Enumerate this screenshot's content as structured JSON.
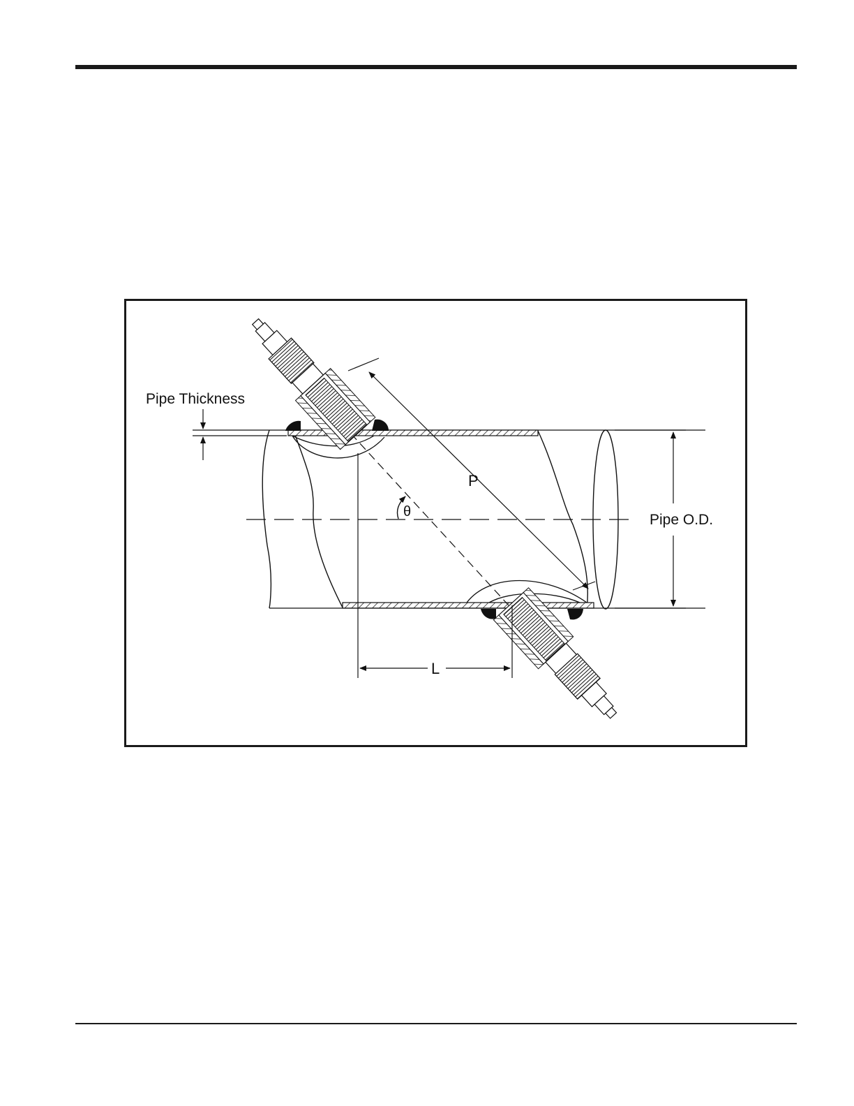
{
  "diagram": {
    "labels": {
      "pipe_thickness": "Pipe Thickness",
      "path_length": "P",
      "angle": "θ",
      "pipe_od": "Pipe O.D.",
      "axial_length": "L"
    }
  }
}
